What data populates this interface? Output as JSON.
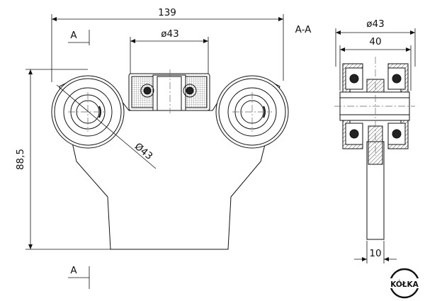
{
  "front_view": {
    "dim_overall_width": "139",
    "dim_overall_height": "88,5",
    "dim_top_wheel_diameter": "ø43",
    "dim_side_wheel_diameter": "Ø43",
    "section_mark": "A"
  },
  "section_view": {
    "title": "A-A",
    "dim_wheel_diameter": "ø43",
    "dim_width": "40",
    "dim_stem_width": "10"
  },
  "logo": {
    "text": "KÓŁKA",
    "color": "#111111"
  },
  "colors": {
    "line": "#111111",
    "hatch": "#555555",
    "centerline": "#666666"
  }
}
